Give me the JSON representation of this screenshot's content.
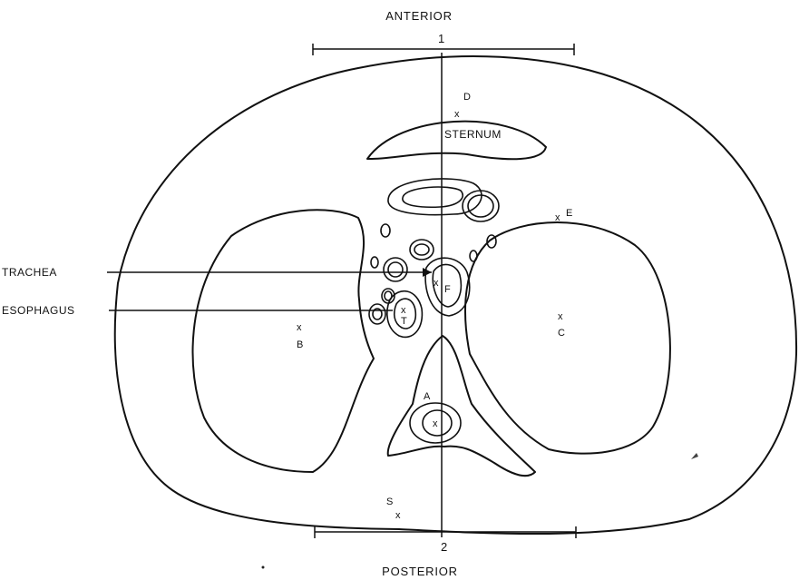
{
  "orientation": {
    "anterior": "ANTERIOR",
    "posterior": "POSTERIOR"
  },
  "axis_marks": {
    "top": "1",
    "bottom": "2"
  },
  "structures": {
    "sternum": "STERNUM",
    "trachea": "TRACHEA",
    "esophagus": "ESOPHAGUS"
  },
  "points": {
    "D": "D",
    "E": "E",
    "F": "F",
    "T": "T",
    "B": "B",
    "C": "C",
    "A": "A",
    "S": "S",
    "x": "x"
  }
}
